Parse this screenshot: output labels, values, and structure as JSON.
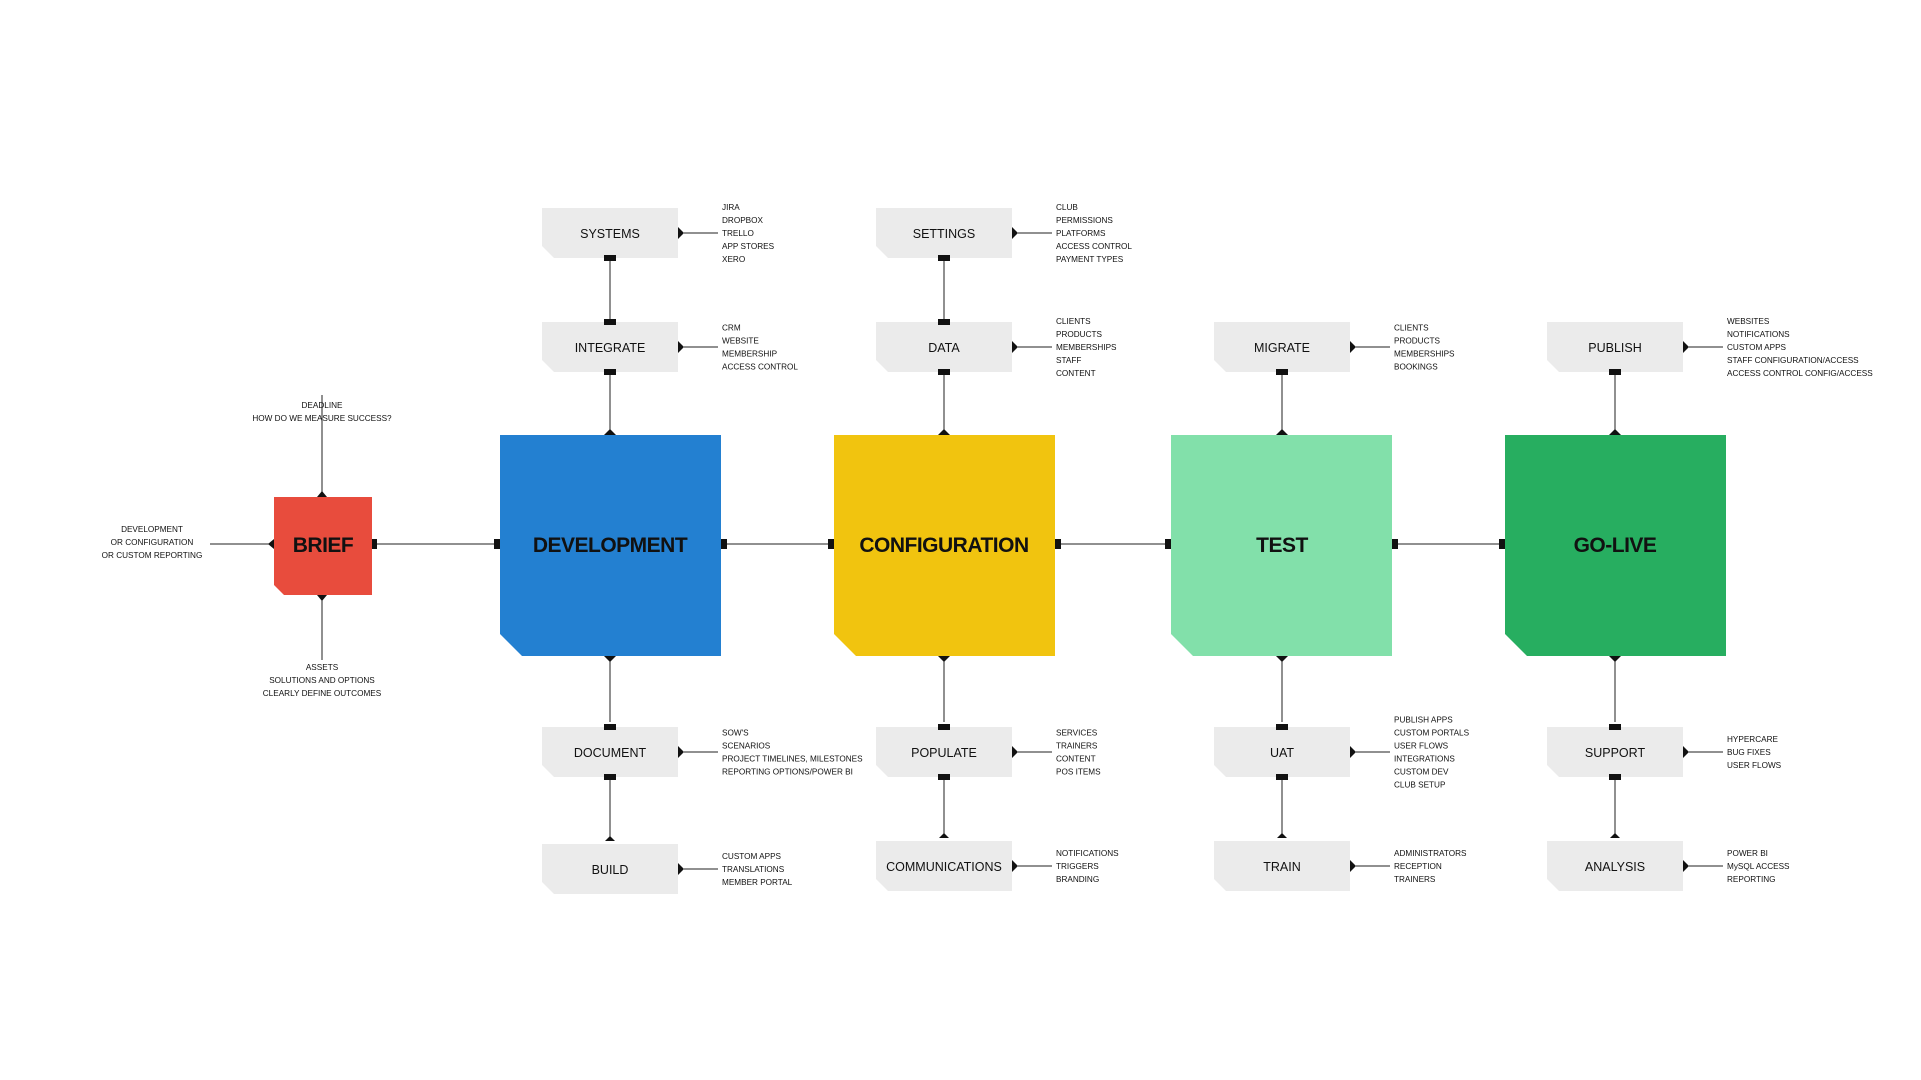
{
  "phases": {
    "brief": {
      "label": "BRIEF",
      "color": "#e84c3d"
    },
    "development": {
      "label": "DEVELOPMENT",
      "color": "#2380d1"
    },
    "configuration": {
      "label": "CONFIGURATION",
      "color": "#f1c40f"
    },
    "test": {
      "label": "TEST",
      "color": "#82e0aa"
    },
    "golive": {
      "label": "GO-LIVE",
      "color": "#27ae60"
    }
  },
  "brief_notes": {
    "top": [
      "DEADLINE",
      "HOW DO WE MEASURE SUCCESS?"
    ],
    "left": [
      "DEVELOPMENT",
      "OR CONFIGURATION",
      "OR CUSTOM REPORTING"
    ],
    "bottom": [
      "ASSETS",
      "SOLUTIONS AND OPTIONS",
      "CLEARLY DEFINE OUTCOMES"
    ]
  },
  "steps": {
    "systems": {
      "label": "SYSTEMS",
      "items": [
        "JIRA",
        "DROPBOX",
        "TRELLO",
        "APP STORES",
        "XERO"
      ]
    },
    "integrate": {
      "label": "INTEGRATE",
      "items": [
        "CRM",
        "WEBSITE",
        "MEMBERSHIP",
        "ACCESS CONTROL"
      ]
    },
    "document": {
      "label": "DOCUMENT",
      "items": [
        "SOW'S",
        "SCENARIOS",
        "PROJECT TIMELINES, MILESTONES",
        "REPORTING OPTIONS/POWER BI"
      ]
    },
    "build": {
      "label": "BUILD",
      "items": [
        "CUSTOM APPS",
        "TRANSLATIONS",
        "MEMBER PORTAL"
      ]
    },
    "settings": {
      "label": "SETTINGS",
      "items": [
        "CLUB",
        "PERMISSIONS",
        "PLATFORMS",
        "ACCESS CONTROL",
        "PAYMENT TYPES"
      ]
    },
    "data": {
      "label": "DATA",
      "items": [
        "CLIENTS",
        "PRODUCTS",
        "MEMBERSHIPS",
        "STAFF",
        "CONTENT"
      ]
    },
    "populate": {
      "label": "POPULATE",
      "items": [
        "SERVICES",
        "TRAINERS",
        "CONTENT",
        "POS ITEMS"
      ]
    },
    "communications": {
      "label": "COMMUNICATIONS",
      "items": [
        "NOTIFICATIONS",
        "TRIGGERS",
        "BRANDING"
      ]
    },
    "migrate": {
      "label": "MIGRATE",
      "items": [
        "CLIENTS",
        "PRODUCTS",
        "MEMBERSHIPS",
        "BOOKINGS"
      ]
    },
    "uat": {
      "label": "UAT",
      "items": [
        "PUBLISH APPS",
        "CUSTOM PORTALS",
        "USER FLOWS",
        "INTEGRATIONS",
        "CUSTOM DEV",
        "CLUB SETUP"
      ]
    },
    "train": {
      "label": "TRAIN",
      "items": [
        "ADMINISTRATORS",
        "RECEPTION",
        "TRAINERS"
      ]
    },
    "publish": {
      "label": "PUBLISH",
      "items": [
        "WEBSITES",
        "NOTIFICATIONS",
        "CUSTOM APPS",
        "STAFF CONFIGURATION/ACCESS",
        "ACCESS CONTROL CONFIG/ACCESS"
      ]
    },
    "support": {
      "label": "SUPPORT",
      "items": [
        "HYPERCARE",
        "BUG FIXES",
        "USER FLOWS"
      ]
    },
    "analysis": {
      "label": "ANALYSIS",
      "items": [
        "POWER BI",
        "MySQL ACCESS",
        "REPORTING"
      ]
    }
  }
}
